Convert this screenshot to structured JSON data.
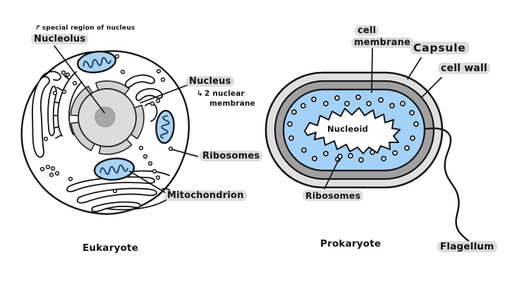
{
  "diagram": {
    "left": {
      "caption": "Eukaryote",
      "nucleolus_note_arrow": "↱",
      "nucleolus_note": "special region of nucleus",
      "nucleolus": "Nucleolus",
      "nucleus": "Nucleus",
      "nucleus_note_arrow": "↳",
      "nucleus_note_line1": "2 nuclear",
      "nucleus_note_line2": "membrane",
      "ribosomes": "Ribosomes",
      "mitochondrion": "Mitochondrion"
    },
    "right": {
      "caption": "Prokaryote",
      "cell_membrane_word1": "cell",
      "cell_membrane_word2": "membrane",
      "capsule": "Capsule",
      "cell_wall": "cell wall",
      "nucleoid": "Nucleoid",
      "ribosomes": "Ribosomes",
      "flagellum": "Flagellum"
    },
    "colors": {
      "ink": "#111111",
      "organelle_blue": "#a9d3f3",
      "mito_squiggle_blue": "#1c3f63",
      "cytoplasm_blue": "#a4d1f7",
      "capsule_gray": "#e0e0e0",
      "cell_wall_gray": "#a0a0a0",
      "nucleus_gray": "#dcdcdc",
      "nucleus_plate_gray": "#d2d2d2",
      "nucleolus_gray": "#a7a7a7",
      "label_highlight": "#dcdcdc"
    }
  }
}
